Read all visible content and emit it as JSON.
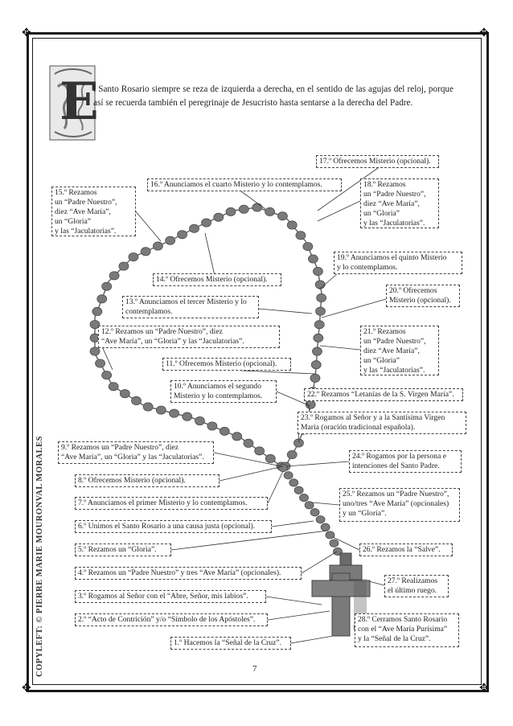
{
  "intro": {
    "dropcap": "E",
    "text": "l Santo Rosario siempre se reza de izquierda a derecha, en el sentido de las agujas del reloj, porque así se recuerda también el peregrinaje de Jesucristo hasta sentarse a la derecha del Padre."
  },
  "credit": "COPYLEFT: © PIERRE MARIE MOURONVAL MORALES",
  "page_number": "7",
  "labels": [
    {
      "id": "l17",
      "text": "17.º Ofrecemos Misterio (opcional)."
    },
    {
      "id": "l16",
      "text": "16.º Anunciamos el cuarto Misterio y lo contemplamos."
    },
    {
      "id": "l15",
      "text": "15.º Rezamos\nun “Padre Nuestro”,\ndiez “Ave María”,\nun “Gloria”\ny las “Jaculatorias”."
    },
    {
      "id": "l18",
      "text": "18.º Rezamos\nun “Padre Nuestro”,\ndiez “Ave María”,\nun “Gloria”\ny las “Jaculatorias”."
    },
    {
      "id": "l19",
      "text": "19.º Anunciamos el quinto Misterio\ny lo contemplamos."
    },
    {
      "id": "l14",
      "text": "14.º Ofrecemos Misterio (opcional)."
    },
    {
      "id": "l20",
      "text": "20.º Ofrecemos\nMisterio (opcional)."
    },
    {
      "id": "l13",
      "text": "13.º Anunciamos el tercer Misterio y lo\ncontemplamos."
    },
    {
      "id": "l12",
      "text": "12.º Rezamos un “Padre Nuestro”, diez\n“Ave María”, un “Gloria” y las “Jaculatorias”."
    },
    {
      "id": "l21",
      "text": "21.º Rezamos\nun “Padre Nuestro”,\ndiez “Ave María”,\nun “Gloria”\ny las “Jaculatorias”."
    },
    {
      "id": "l11",
      "text": "11.º Ofrecemos Misterio (opcional)."
    },
    {
      "id": "l10",
      "text": "10.º Anunciamos el segundo\nMisterio y lo contemplamos."
    },
    {
      "id": "l22",
      "text": "22.º Rezamos “Letanías de la S. Virgen María”."
    },
    {
      "id": "l23",
      "text": "23.º Rogamos al Señor y a la Santísima Virgen\nMaría (oración tradicional española)."
    },
    {
      "id": "l9",
      "text": "9.º Rezamos un “Padre Nuestro”, diez\n“Ave María”, un “Gloria” y las “Jaculatorias”."
    },
    {
      "id": "l24",
      "text": "24.º Rogamos por la persona e\nintenciones del Santo Padre."
    },
    {
      "id": "l8",
      "text": "8.º Ofrecemos Misterio (opcional)."
    },
    {
      "id": "l25",
      "text": "25.º Rezamos un “Padre Nuestro”,\nuno/tres “Ave María” (opcionales)\ny un “Gloria”."
    },
    {
      "id": "l7",
      "text": "7.º Anunciamos el primer Misterio y lo contemplamos."
    },
    {
      "id": "l6",
      "text": "6.º Unimos el Santo Rosario a una causa justa (opcional)."
    },
    {
      "id": "l5",
      "text": "5.º Rezamos un “Gloria”."
    },
    {
      "id": "l26",
      "text": "26.º Rezamos la “Salve”."
    },
    {
      "id": "l4",
      "text": "4.º Rezamos un “Padre Nuestro” y tres “Ave María” (opcionales)."
    },
    {
      "id": "l27",
      "text": "27.º Realizamos\nel último ruego."
    },
    {
      "id": "l3",
      "text": "3.º Rogamos al Señor con el “Abre, Señor, mis labios”."
    },
    {
      "id": "l2",
      "text": "2.º “Acto de Contrición” y/o “Símbolo de los Apóstoles”."
    },
    {
      "id": "l28",
      "text": "28.º Cerramos Santo Rosario\ncon el “Ave María Purísima”\ny la “Señal de la Cruz”."
    },
    {
      "id": "l1",
      "text": "1.º Hacemos la “Señal de la Cruz”."
    }
  ]
}
